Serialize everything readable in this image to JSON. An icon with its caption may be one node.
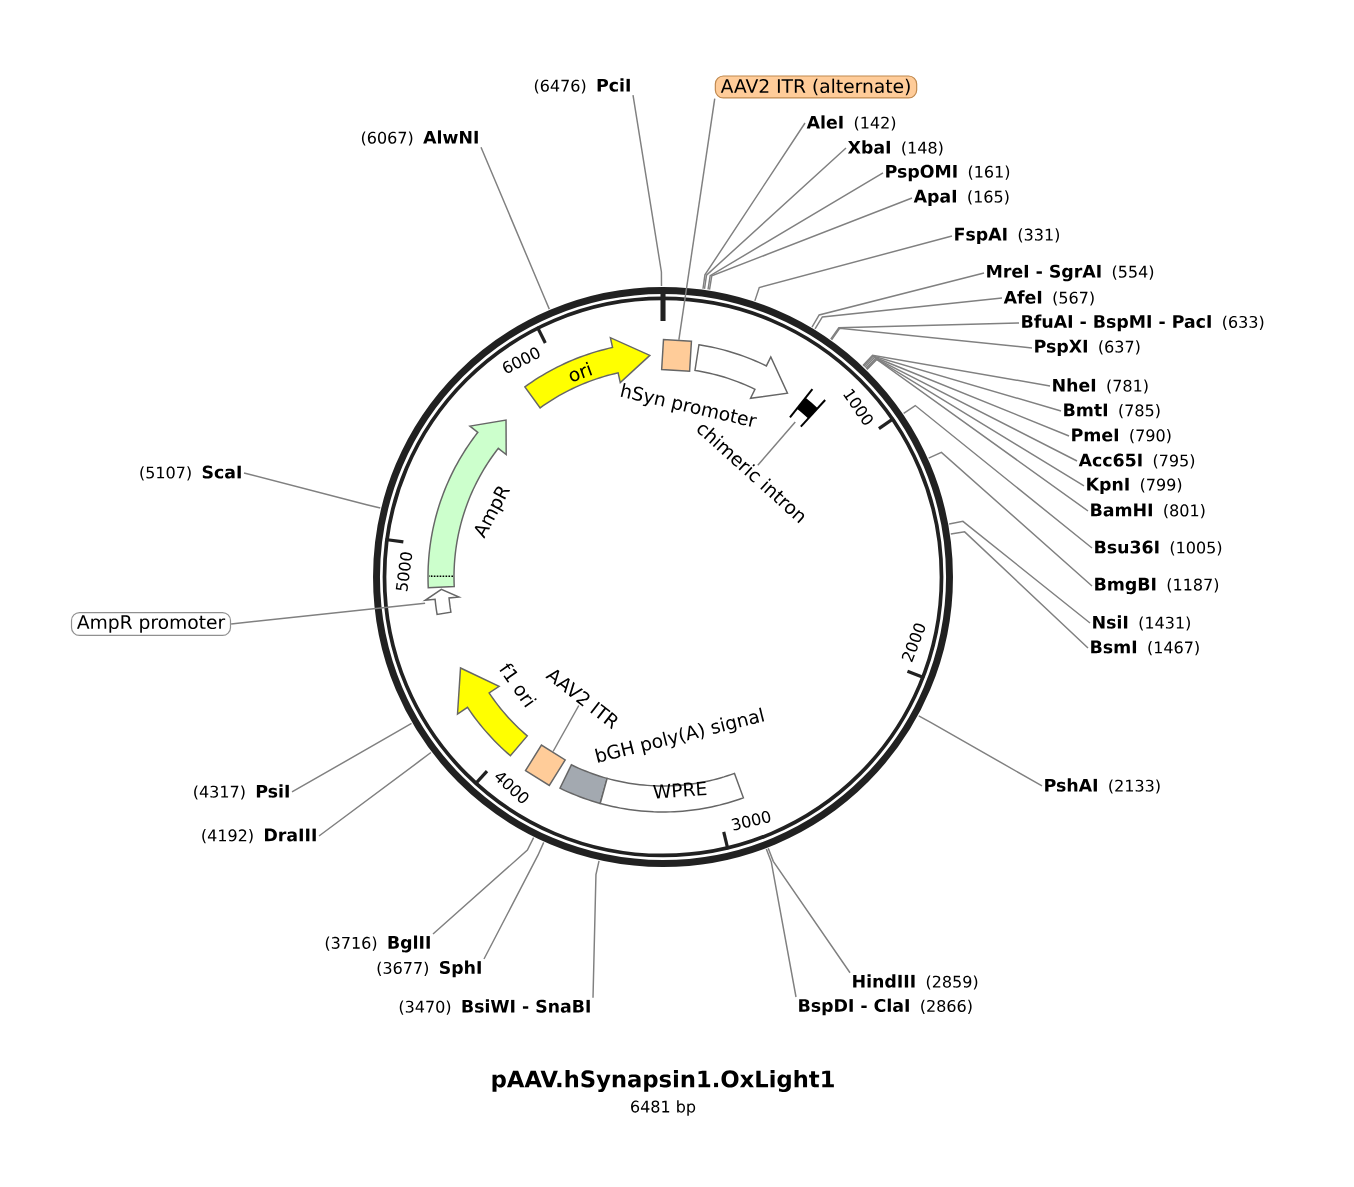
{
  "diagram": {
    "title": "pAAV.hSynapsin1.OxLight1",
    "caption": "6481 bp",
    "nodes": [
      {
        "text": [
          "(6476)",
          "PciI"
        ]
      },
      {
        "text": [
          "AAV2 ITR (alternate)"
        ]
      },
      {
        "text": [
          "AleI",
          "(142)"
        ]
      },
      {
        "text": [
          "XbaI",
          "(148)"
        ]
      },
      {
        "text": [
          "PspOMI",
          "(161)"
        ]
      },
      {
        "text": [
          "ApaI",
          "(165)"
        ]
      },
      {
        "text": [
          "(6067)",
          "AlwNI"
        ]
      },
      {
        "text": [
          "FspAI",
          "(331)"
        ]
      },
      {
        "text": [
          "MreI - SgrAI",
          "(554)"
        ]
      },
      {
        "text": [
          "AfeI",
          "(567)"
        ]
      },
      {
        "text": [
          "BfuAI - BspMI - PacI",
          "(633)"
        ]
      },
      {
        "text": [
          "PspXI",
          "(637)"
        ]
      },
      {
        "text": [
          "NheI",
          "(781)"
        ]
      },
      {
        "text": [
          "BmtI",
          "(785)"
        ]
      },
      {
        "text": [
          "PmeI",
          "(790)"
        ]
      },
      {
        "text": [
          "Acc65I",
          "(795)"
        ]
      },
      {
        "text": [
          "KpnI",
          "(799)"
        ]
      },
      {
        "text": [
          "BamHI",
          "(801)"
        ]
      },
      {
        "text": [
          "(5107)",
          "ScaI"
        ]
      },
      {
        "text": [
          "Bsu36I",
          "(1005)"
        ]
      },
      {
        "text": [
          "BmgBI",
          "(1187)"
        ]
      },
      {
        "text": [
          "AmpR promoter"
        ]
      },
      {
        "text": [
          "NsiI",
          "(1431)"
        ]
      },
      {
        "text": [
          "BsmI",
          "(1467)"
        ]
      },
      {
        "text": [
          "PshAI",
          "(2133)"
        ]
      },
      {
        "text": [
          "(4317)",
          "PsiI"
        ]
      },
      {
        "text": [
          "(4192)",
          "DraIII"
        ]
      },
      {
        "text": [
          "(3716)",
          "BglII"
        ]
      },
      {
        "text": [
          "(3677)",
          "SphI"
        ]
      },
      {
        "text": [
          "HindIII",
          "(2859)"
        ]
      },
      {
        "text": [
          "(3470)",
          "BsiWI - SnaBI"
        ]
      },
      {
        "text": [
          "BspDI - ClaI",
          "(2866)"
        ]
      },
      {
        "text": [
          "ori"
        ]
      },
      {
        "text": [],
        "shape": "box"
      },
      {
        "text": [
          "hSyn promoter"
        ]
      },
      {
        "text": [],
        "shape": "box"
      },
      {
        "text": [
          "chimeric intron"
        ]
      },
      {
        "text": [
          "AmpR"
        ]
      },
      {
        "text": [],
        "shape": "arrow"
      },
      {
        "text": [
          "f1 ori"
        ]
      },
      {
        "text": [
          "AAV2 ITR"
        ]
      },
      {
        "text": [],
        "shape": "box"
      },
      {
        "text": [
          "bGH poly(A) signal"
        ]
      },
      {
        "text": [
          "WPRE"
        ]
      }
    ],
    "edges": [
      {
        "from": 0,
        "to": null,
        "arrow": "none"
      },
      {
        "from": 1,
        "to": 33,
        "arrow": "none"
      },
      {
        "from": 2,
        "to": null,
        "arrow": "none"
      },
      {
        "from": 3,
        "to": null,
        "arrow": "none"
      },
      {
        "from": 4,
        "to": null,
        "arrow": "none"
      },
      {
        "from": 5,
        "to": null,
        "arrow": "none"
      },
      {
        "from": 6,
        "to": null,
        "arrow": "none"
      },
      {
        "from": 7,
        "to": null,
        "arrow": "none"
      },
      {
        "from": 8,
        "to": null,
        "arrow": "none"
      },
      {
        "from": 9,
        "to": null,
        "arrow": "none"
      },
      {
        "from": 10,
        "to": null,
        "arrow": "none"
      },
      {
        "from": 11,
        "to": null,
        "arrow": "none"
      },
      {
        "from": 12,
        "to": null,
        "arrow": "none"
      },
      {
        "from": 13,
        "to": null,
        "arrow": "none"
      },
      {
        "from": 14,
        "to": null,
        "arrow": "none"
      },
      {
        "from": 15,
        "to": null,
        "arrow": "none"
      },
      {
        "from": 16,
        "to": null,
        "arrow": "none"
      },
      {
        "from": 17,
        "to": null,
        "arrow": "none"
      },
      {
        "from": 18,
        "to": null,
        "arrow": "none"
      },
      {
        "from": 19,
        "to": null,
        "arrow": "none"
      },
      {
        "from": 20,
        "to": null,
        "arrow": "none"
      },
      {
        "from": 21,
        "to": 38,
        "arrow": "none"
      },
      {
        "from": 22,
        "to": null,
        "arrow": "none"
      },
      {
        "from": 23,
        "to": null,
        "arrow": "none"
      },
      {
        "from": 24,
        "to": null,
        "arrow": "none"
      },
      {
        "from": 25,
        "to": null,
        "arrow": "none"
      },
      {
        "from": 26,
        "to": null,
        "arrow": "none"
      },
      {
        "from": 27,
        "to": null,
        "arrow": "none"
      },
      {
        "from": 28,
        "to": null,
        "arrow": "none"
      },
      {
        "from": 29,
        "to": null,
        "arrow": "none"
      },
      {
        "from": 30,
        "to": null,
        "arrow": "none"
      },
      {
        "from": 31,
        "to": null,
        "arrow": "none"
      },
      {
        "from": 36,
        "to": 35,
        "arrow": "none"
      },
      {
        "from": 40,
        "to": 41,
        "arrow": "none"
      }
    ],
    "labels": [
      "1000",
      "2000",
      "3000",
      "4000",
      "5000",
      "6000"
    ]
  }
}
